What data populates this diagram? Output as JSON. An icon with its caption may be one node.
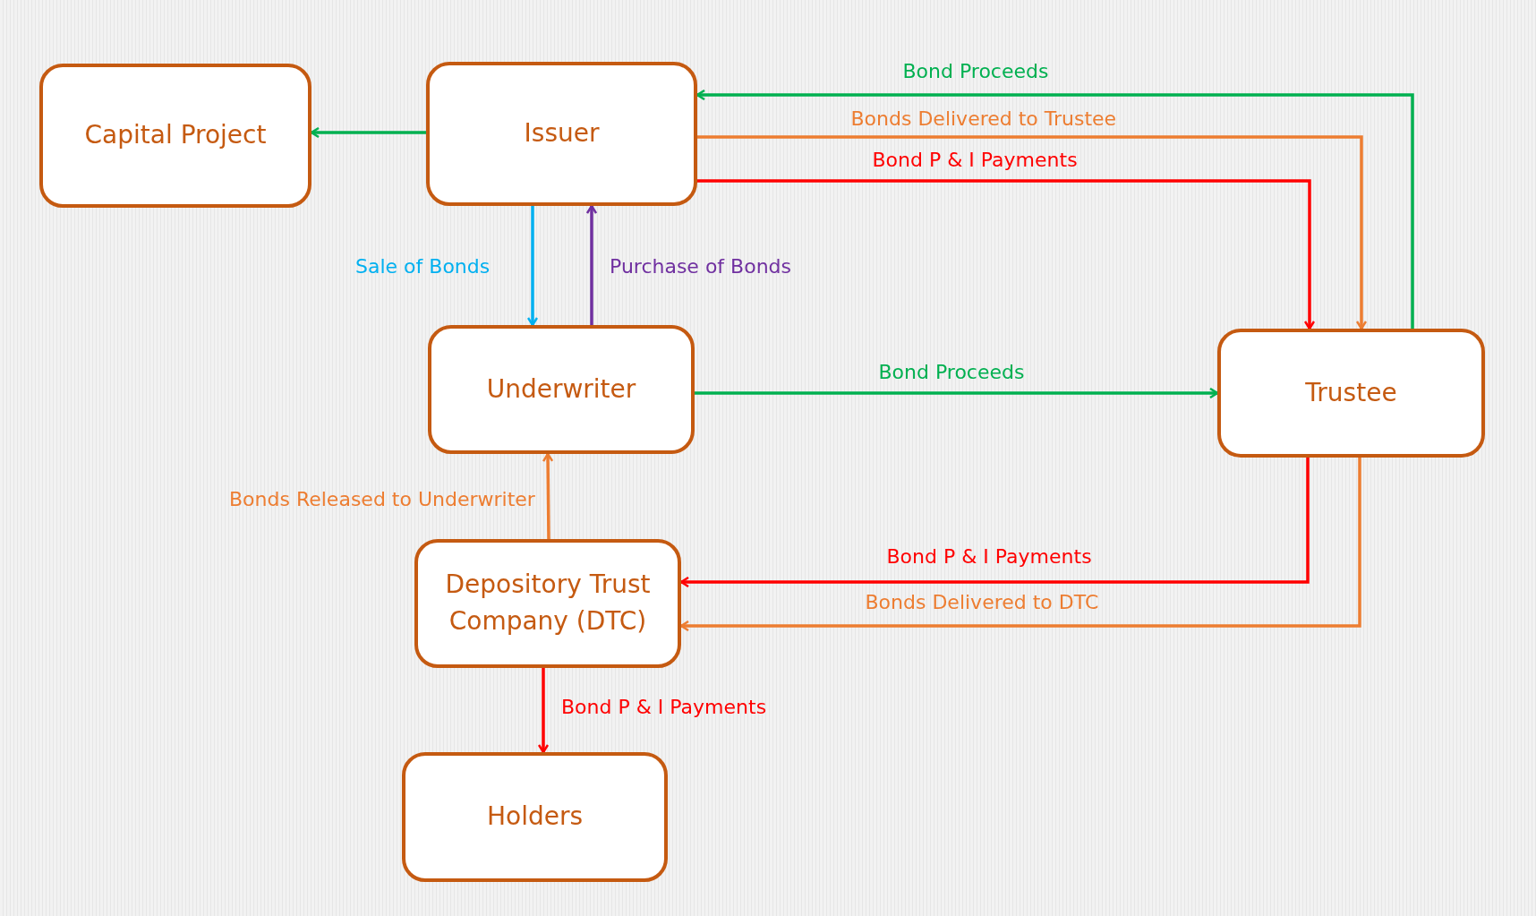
{
  "diagram": {
    "nodes": [
      {
        "text": [
          "Capital Project"
        ]
      },
      {
        "text": [
          "Issuer"
        ]
      },
      {
        "text": [
          "Underwriter"
        ]
      },
      {
        "text": [
          "Trustee"
        ]
      },
      {
        "text": [
          "Depository Trust Company (DTC)"
        ]
      },
      {
        "text": [
          "Holders"
        ]
      }
    ],
    "edges": [
      {
        "from": 1,
        "to": 0,
        "arrow": "to",
        "color": "#00b050"
      },
      {
        "from": 3,
        "to": 1,
        "arrow": "to",
        "label": "Bond Proceeds",
        "color": "#00b050"
      },
      {
        "from": 1,
        "to": 3,
        "arrow": "to",
        "label": "Bonds Delivered to Trustee",
        "color": "#ed7d31"
      },
      {
        "from": 1,
        "to": 3,
        "arrow": "to",
        "label": "Bond P & I Payments",
        "color": "#ff0000"
      },
      {
        "from": 1,
        "to": 2,
        "arrow": "to",
        "label": "Sale of Bonds",
        "color": "#00b0f0"
      },
      {
        "from": 2,
        "to": 1,
        "arrow": "to",
        "label": "Purchase of Bonds",
        "color": "#7030a0"
      },
      {
        "from": 2,
        "to": 3,
        "arrow": "to",
        "label": "Bond Proceeds",
        "color": "#00b050"
      },
      {
        "from": 4,
        "to": 2,
        "arrow": "to",
        "label": "Bonds Released to Underwriter",
        "color": "#ed7d31"
      },
      {
        "from": 3,
        "to": 4,
        "arrow": "to",
        "label": "Bond P & I Payments",
        "color": "#ff0000"
      },
      {
        "from": 3,
        "to": 4,
        "arrow": "to",
        "label": "Bonds Delivered to DTC",
        "color": "#ed7d31"
      },
      {
        "from": 4,
        "to": 5,
        "arrow": "to",
        "label": "Bond P & I Payments",
        "color": "#ff0000"
      }
    ]
  }
}
